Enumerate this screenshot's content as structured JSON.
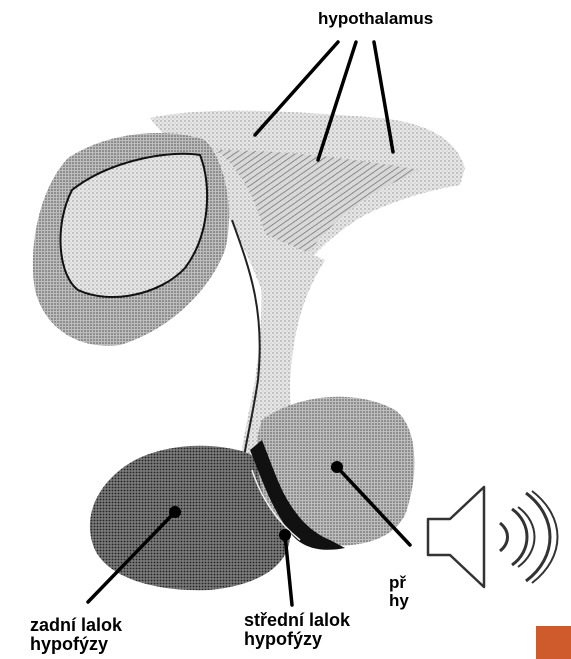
{
  "labels": {
    "hypothalamus": "hypothalamus",
    "zadni_lalok": [
      "zadní lalok",
      "hypofýzy"
    ],
    "stredni_lalok": [
      "střední lalok",
      "hypofýzy"
    ],
    "predni_lalok_partial": [
      "př",
      "hy"
    ]
  },
  "icons": {
    "audio": "speaker-icon",
    "nav": "next-slide-square"
  },
  "colors": {
    "accent": "#cf5b2d",
    "ink": "#000000"
  }
}
